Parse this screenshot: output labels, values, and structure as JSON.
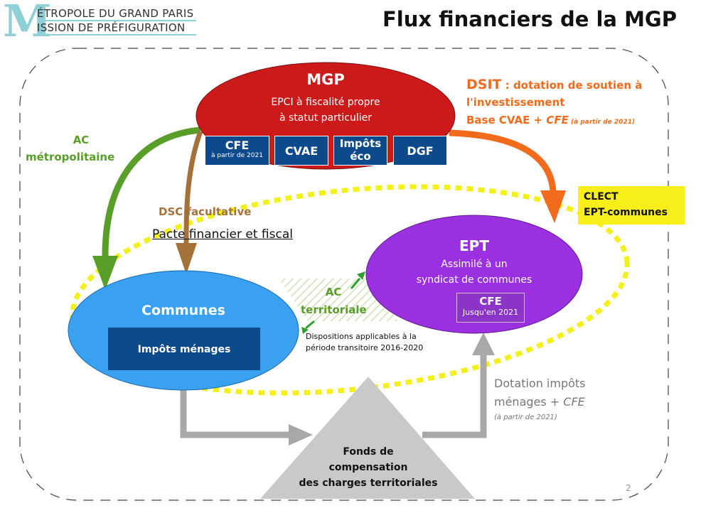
{
  "header": {
    "logo_letter": "M",
    "logo_line1": "ÉTROPOLE DU GRAND PARIS",
    "logo_line2": "ISSION DE PRÉFIGURATION",
    "title": "Flux financiers de la MGP"
  },
  "mgp": {
    "name": "MGP",
    "line1": "EPCI à fiscalité propre",
    "line2": "à statut particulier",
    "boxes": [
      {
        "label": "CFE",
        "sub": "à partir de 2021"
      },
      {
        "label": "CVAE",
        "sub": ""
      },
      {
        "label": "Impôts\néco",
        "line1": "Impôts",
        "line2": "éco",
        "sub": ""
      },
      {
        "label": "DGF",
        "sub": ""
      }
    ]
  },
  "ept": {
    "name": "EPT",
    "line1": "Assimilé à un",
    "line2": "syndicat de communes",
    "box_label": "CFE",
    "box_sub": "Jusqu'en 2021"
  },
  "communes": {
    "name": "Communes",
    "box_label": "Impôts ménages"
  },
  "fonds": {
    "line1": "Fonds de",
    "line2": "compensation",
    "line3": "des charges territoriales"
  },
  "labels": {
    "ac_metro_1": "AC",
    "ac_metro_2": "métropolitaine",
    "dsc": "DSC facultative",
    "pacte": "Pacte financier et fiscal",
    "dsit_bold": "DSIT",
    "dsit_rest": " : dotation de soutien à",
    "dsit_line2": "l'investissement",
    "dsit_line3_a": "Base CVAE + ",
    "dsit_line3_b": "CFE",
    "dsit_line3_c": " (à partir de 2021)",
    "clect_1": "CLECT",
    "clect_2": "EPT-communes",
    "ac_terr_1": "AC",
    "ac_terr_2": "territoriale",
    "dispo_1": "Dispositions applicables à la",
    "dispo_2": "période transitoire 2016-2020",
    "dotation_1": "Dotation impôts",
    "dotation_2a": "ménages + ",
    "dotation_2b": "CFE",
    "dotation_3": "(à partir de 2021)",
    "page_number": "2"
  },
  "colors": {
    "mgp": "#cc1a1a",
    "ept": "#9b30e0",
    "communes": "#3aa0f0",
    "dark_box": "#0d4a8c",
    "green": "#5a9e2a",
    "brown": "#a5713a",
    "orange": "#f26b1d",
    "yellow": "#f3f01a",
    "grey": "#a8a8a8"
  }
}
